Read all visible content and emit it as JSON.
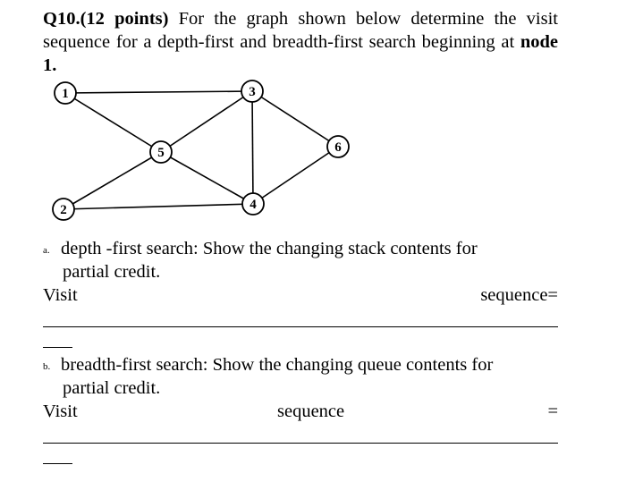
{
  "question": {
    "number": "Q10.",
    "points": "(12 points)",
    "text": "For the graph shown below determine the visit sequence for a depth-first and breadth-first search beginning at",
    "start": "node 1."
  },
  "graph": {
    "nodes": [
      "1",
      "2",
      "3",
      "4",
      "5",
      "6"
    ],
    "edges": [
      [
        "1",
        "3"
      ],
      [
        "1",
        "5"
      ],
      [
        "2",
        "5"
      ],
      [
        "2",
        "4"
      ],
      [
        "3",
        "5"
      ],
      [
        "3",
        "4"
      ],
      [
        "3",
        "6"
      ],
      [
        "4",
        "5"
      ],
      [
        "4",
        "6"
      ]
    ]
  },
  "part_a": {
    "marker": "a.",
    "line1": "depth -first search: Show the changing stack contents for",
    "line2": "partial credit.",
    "visit_label": "Visit",
    "sequence_label": "sequence="
  },
  "part_b": {
    "marker": "b.",
    "line1": "breadth-first search: Show the changing queue contents for",
    "line2": "partial credit.",
    "visit_label": "Visit",
    "sequence_label": "sequence",
    "equals": "="
  }
}
